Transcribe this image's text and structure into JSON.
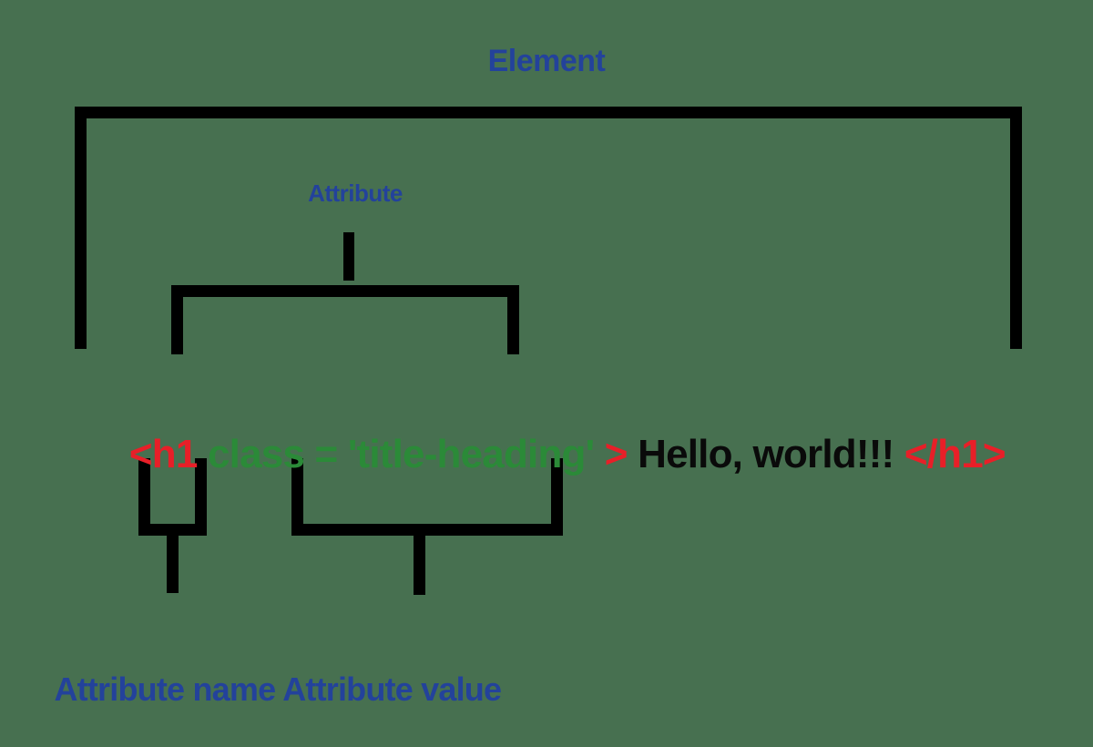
{
  "diagram": {
    "title_label": "Element",
    "attribute_label": "Attribute",
    "bottom_labels": {
      "attribute_name": "Attribute name",
      "spacer": " ",
      "attribute_value": "Attribute value"
    },
    "code_line": {
      "open_tag": "<h1",
      "space1": " ",
      "attribute_name": "class = 'title-heading'",
      "space2": " ",
      "tag_close_bracket": ">",
      "space3": " ",
      "text_content": "Hello, world!!!",
      "space4": " ",
      "close_tag": "</h1>"
    },
    "colors": {
      "background": "#477050",
      "label_blue": "#23429B",
      "tag_red": "#E81F28",
      "attribute_green": "#2B8A38",
      "text_black": "#0A0A0A",
      "bracket_black": "#000000"
    }
  }
}
